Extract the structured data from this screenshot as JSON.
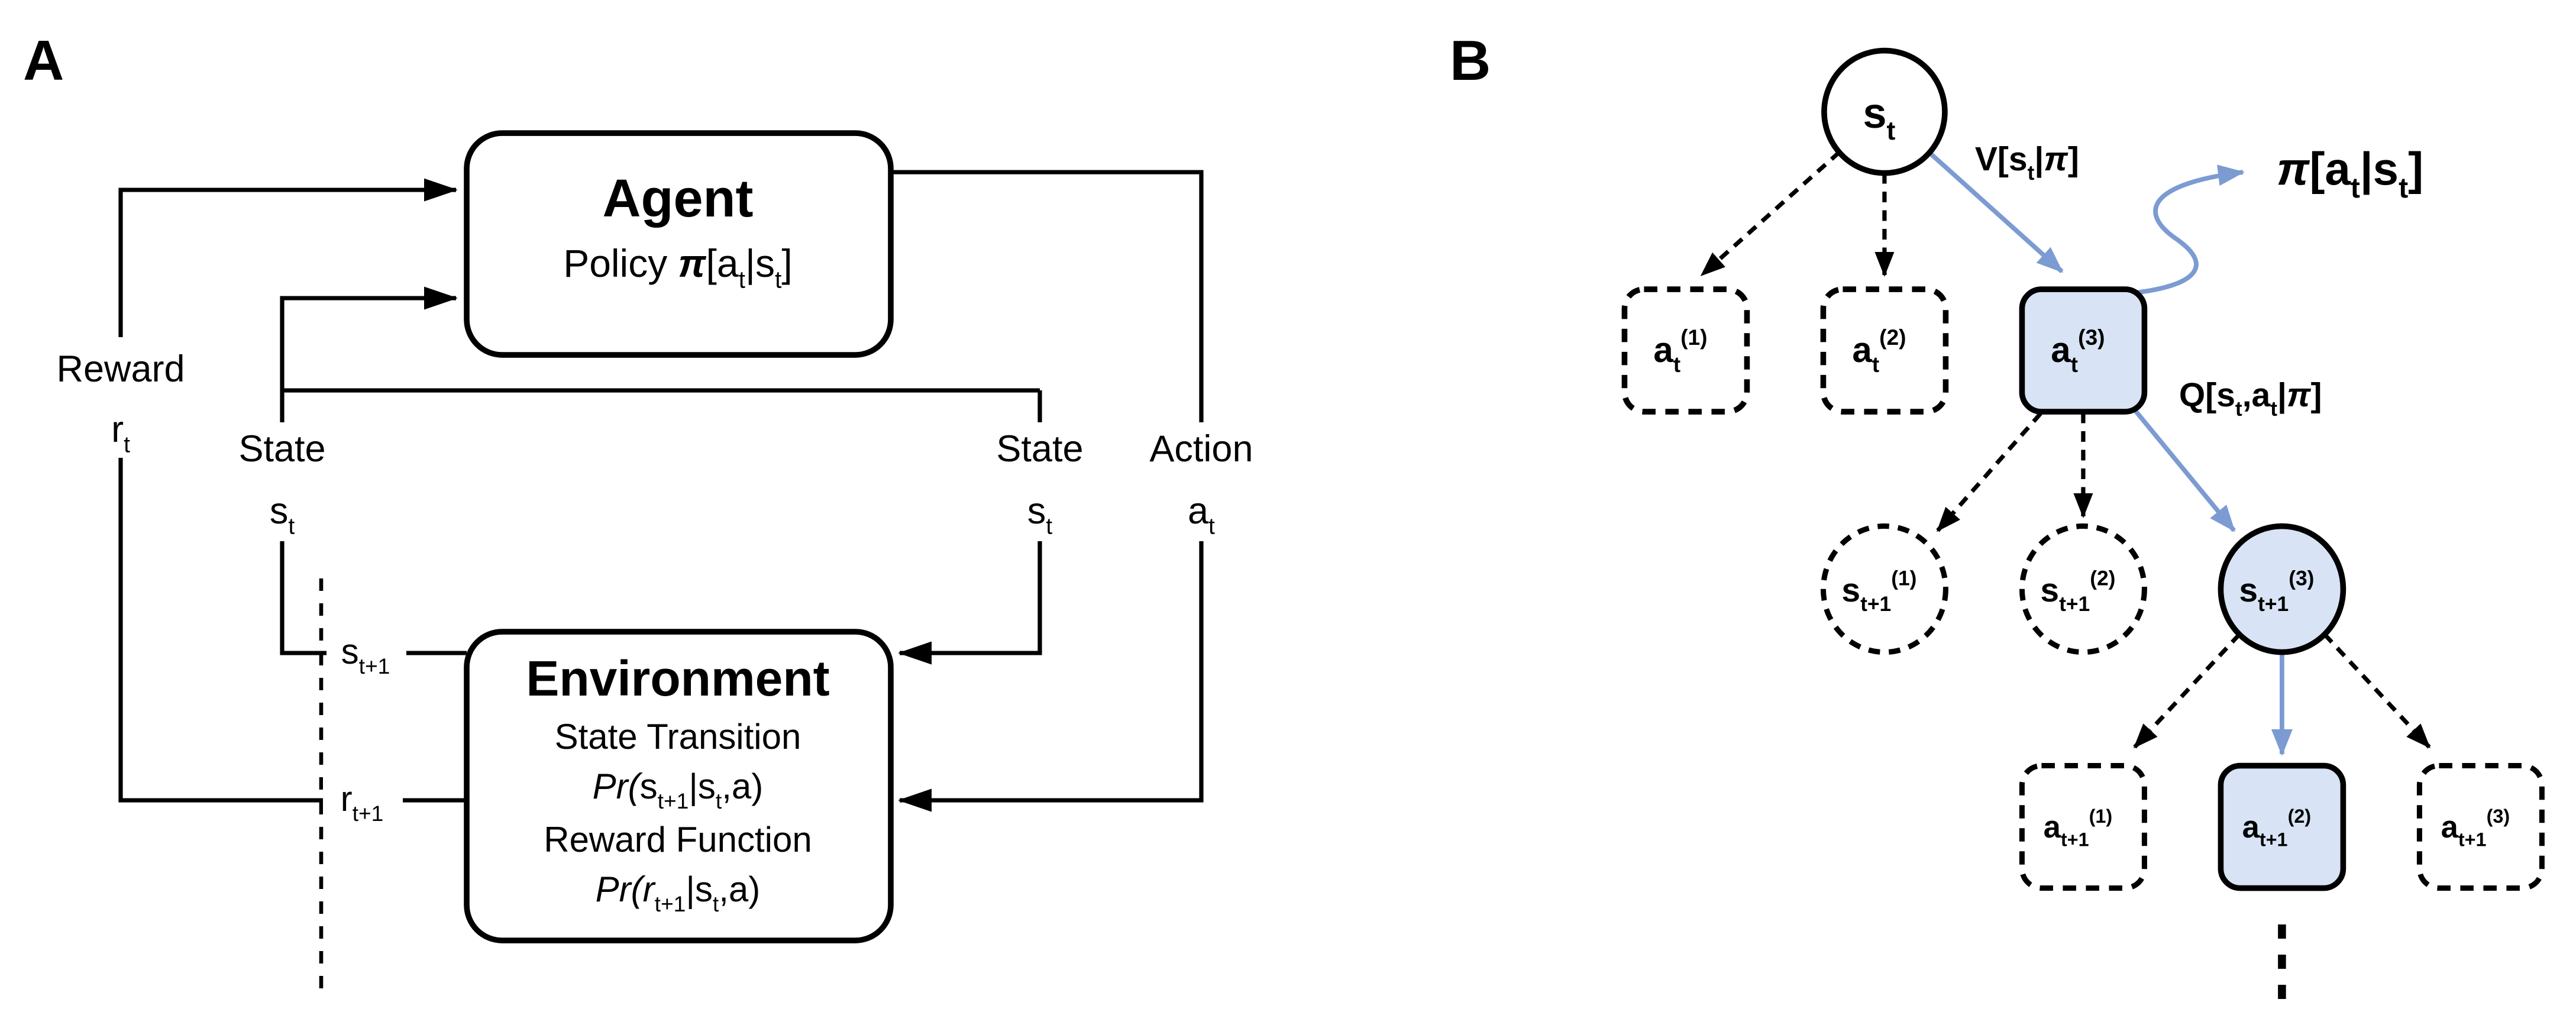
{
  "colors": {
    "accent": "#7b9bd2",
    "node_fill": "#d8e4f5",
    "line": "#000000",
    "background": "#ffffff"
  },
  "panel_a": {
    "label": "A",
    "agent": {
      "title": "Agent",
      "policy_parts": [
        {
          "t": "Policy "
        },
        {
          "t": "π",
          "i": true,
          "b": true
        },
        {
          "t": "[a"
        },
        {
          "t": "t",
          "s": "sub"
        },
        {
          "t": "|s"
        },
        {
          "t": "t",
          "s": "sub"
        },
        {
          "t": "]"
        }
      ]
    },
    "environment": {
      "title": "Environment",
      "state_transition_label": "State Transition",
      "state_transition_formula": [
        {
          "t": "Pr(",
          "i": true
        },
        {
          "t": "s"
        },
        {
          "t": "t+1",
          "s": "sub"
        },
        {
          "t": "|s"
        },
        {
          "t": "t",
          "s": "sub"
        },
        {
          "t": ",a)"
        }
      ],
      "reward_function_label": "Reward Function",
      "reward_function_formula": [
        {
          "t": "Pr(",
          "i": true
        },
        {
          "t": "r",
          "i": true
        },
        {
          "t": "t+1",
          "s": "sub"
        },
        {
          "t": "|s"
        },
        {
          "t": "t",
          "s": "sub"
        },
        {
          "t": ",a)"
        }
      ]
    },
    "wire_labels": {
      "reward": "Reward",
      "reward_symbol": [
        {
          "t": "r"
        },
        {
          "t": "t",
          "s": "sub"
        }
      ],
      "state_left": "State",
      "state_left_symbol": [
        {
          "t": "s"
        },
        {
          "t": "t",
          "s": "sub"
        }
      ],
      "state_right": "State",
      "state_right_symbol": [
        {
          "t": "s"
        },
        {
          "t": "t",
          "s": "sub"
        }
      ],
      "action": "Action",
      "action_symbol": [
        {
          "t": "a"
        },
        {
          "t": "t",
          "s": "sub"
        }
      ],
      "next_state_symbol": [
        {
          "t": "s"
        },
        {
          "t": "t+1",
          "s": "sub"
        }
      ],
      "next_reward_symbol": [
        {
          "t": "r"
        },
        {
          "t": "t+1",
          "s": "sub"
        }
      ]
    }
  },
  "panel_b": {
    "label": "B",
    "value_function_label": [
      {
        "t": "V[s"
      },
      {
        "t": "t",
        "s": "sub"
      },
      {
        "t": "|"
      },
      {
        "t": "π",
        "i": true
      },
      {
        "t": "]"
      }
    ],
    "q_function_label": [
      {
        "t": "Q[s"
      },
      {
        "t": "t",
        "s": "sub"
      },
      {
        "t": ",a"
      },
      {
        "t": "t",
        "s": "sub"
      },
      {
        "t": "|"
      },
      {
        "t": "π",
        "i": true
      },
      {
        "t": "]"
      }
    ],
    "policy_output_label": [
      {
        "t": "π",
        "i": true
      },
      {
        "t": "[a"
      },
      {
        "t": "t",
        "s": "sub"
      },
      {
        "t": "|s"
      },
      {
        "t": "t",
        "s": "sub"
      },
      {
        "t": "]"
      }
    ],
    "nodes": {
      "s_t": [
        {
          "t": "s"
        },
        {
          "t": "t",
          "s": "sub"
        }
      ],
      "a_t_1": [
        {
          "t": "a"
        },
        {
          "t": "t",
          "s": "sub"
        },
        {
          "t": "(1)",
          "s": "sup"
        }
      ],
      "a_t_2": [
        {
          "t": "a"
        },
        {
          "t": "t",
          "s": "sub"
        },
        {
          "t": "(2)",
          "s": "sup"
        }
      ],
      "a_t_3": [
        {
          "t": "a"
        },
        {
          "t": "t",
          "s": "sub"
        },
        {
          "t": "(3)",
          "s": "sup"
        }
      ],
      "s_t1_1": [
        {
          "t": "s"
        },
        {
          "t": "t+1",
          "s": "sub"
        },
        {
          "t": "(1)",
          "s": "sup"
        }
      ],
      "s_t1_2": [
        {
          "t": "s"
        },
        {
          "t": "t+1",
          "s": "sub"
        },
        {
          "t": "(2)",
          "s": "sup"
        }
      ],
      "s_t1_3": [
        {
          "t": "s"
        },
        {
          "t": "t+1",
          "s": "sub"
        },
        {
          "t": "(3)",
          "s": "sup"
        }
      ],
      "a_t1_1": [
        {
          "t": "a"
        },
        {
          "t": "t+1",
          "s": "sub"
        },
        {
          "t": "(1)",
          "s": "sup"
        }
      ],
      "a_t1_2": [
        {
          "t": "a"
        },
        {
          "t": "t+1",
          "s": "sub"
        },
        {
          "t": "(2)",
          "s": "sup"
        }
      ],
      "a_t1_3": [
        {
          "t": "a"
        },
        {
          "t": "t+1",
          "s": "sub"
        },
        {
          "t": "(3)",
          "s": "sup"
        }
      ]
    }
  }
}
